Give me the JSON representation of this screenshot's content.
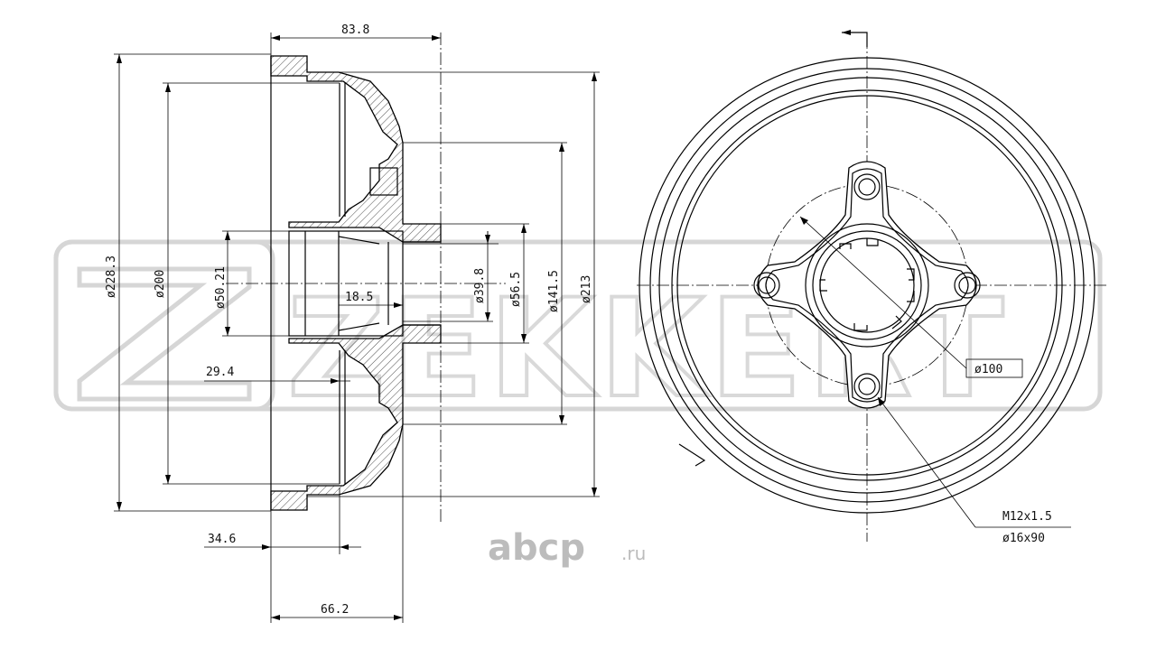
{
  "watermark": {
    "brand": "ZEKKERT"
  },
  "source_mark": {
    "name": "abcp",
    "tld": ".ru"
  },
  "side_view": {
    "dim_width_top": "83.8",
    "dim_outer_dia": "ø228.3",
    "dim_inner_dia": "ø200",
    "dim_bore_dia": "ø50.21",
    "dim_hub_offset": "18.5",
    "dim_hub_dia": "ø39.8",
    "dim_flange_dia": "ø56.5",
    "dim_pcd_outer": "ø141.5",
    "dim_drum_dia": "ø213",
    "dim_step": "29.4",
    "dim_lower_width": "34.6",
    "dim_total_depth": "66.2"
  },
  "front_view": {
    "pcd_label": "ø100",
    "thread_label": "M12x1.5",
    "bolt_label": "ø16x90"
  }
}
